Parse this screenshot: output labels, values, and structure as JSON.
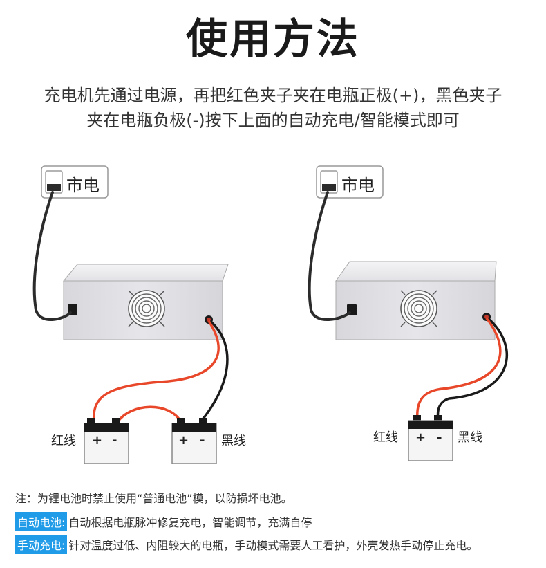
{
  "title": "使用方法",
  "intro": {
    "line1": "充电机先通过电源，再把红色夹子夹在电瓶正极(+)，黑色夹子",
    "line2": "夹在电瓶负极(-)按下上面的自动充电/智能模式即可"
  },
  "diagram_left": {
    "mains_label": "市电",
    "red_label": "红线",
    "black_label": "黑线",
    "battery_plus": "+",
    "battery_minus": "-"
  },
  "diagram_right": {
    "mains_label": "市电",
    "red_label": "红线",
    "black_label": "黑线",
    "battery_plus": "+",
    "battery_minus": "-"
  },
  "notes": {
    "warning": "注：为锂电池时禁止使用“普通电池”模，以防损坏电池。",
    "auto_tag": "自动电池:",
    "auto_text": "自动根据电瓶脉冲修复充电，智能调节，充满自停",
    "manual_tag": "手动充电:",
    "manual_text": "针对温度过低、内阻较大的电瓶，手动模式需要人工看护，外壳发热手动停止充电。"
  },
  "colors": {
    "red_wire": "#e8472a",
    "black_wire": "#1a1a1a",
    "tag_bg": "#1f9be8",
    "charger_fill": "#e8e8ea"
  }
}
